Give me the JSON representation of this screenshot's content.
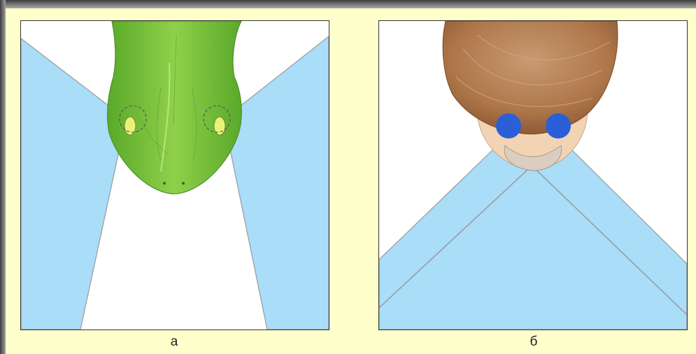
{
  "panels": [
    {
      "id": "a",
      "caption": "а",
      "subject": "snake-head-top-view"
    },
    {
      "id": "b",
      "caption": "б",
      "subject": "human-head-top-view"
    }
  ],
  "colors": {
    "background": "#ffffcc",
    "field_of_view": "#a9ddf8",
    "field_edge": "#9a9a9a",
    "snake_skin": "#7cc63c",
    "human_hair": "#b9825a",
    "human_eye": "#2a5fd8",
    "panel_border": "#333333"
  }
}
